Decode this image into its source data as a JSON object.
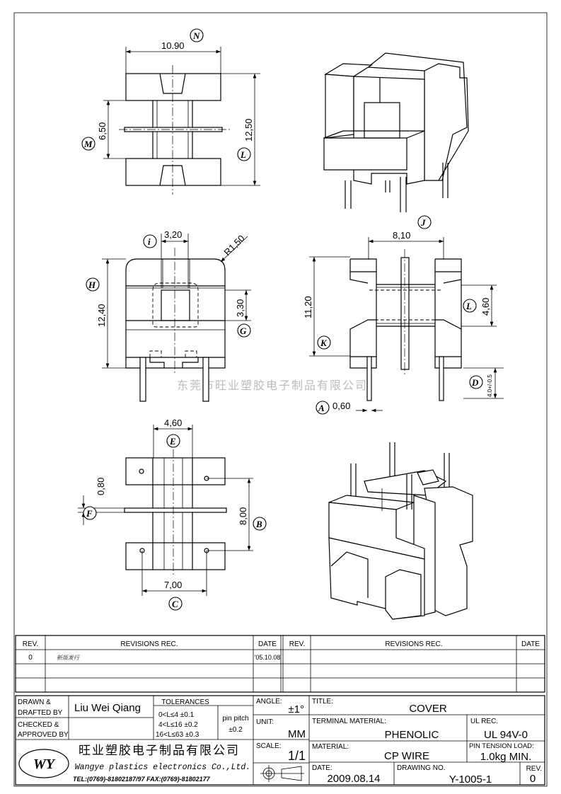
{
  "watermark": "东莞市旺业塑胶电子制品有限公司",
  "dimensions": {
    "N": "N",
    "M": "M",
    "L": "L",
    "H": "H",
    "G": "G",
    "i": "i",
    "J": "J",
    "K": "K",
    "D": "D",
    "A": "A",
    "E": "E",
    "F": "F",
    "B": "B",
    "C": "C",
    "top_width": "10.90",
    "top_height": "12,50",
    "top_gap": "6,50",
    "front_slot": "3,20",
    "front_radius": "R1,50",
    "front_height": "12,40",
    "front_window": "3,30",
    "side_width": "8,10",
    "side_height": "11,20",
    "side_core": "4,60",
    "pin_length": "4.0+/-0.5",
    "pin_dia": "0,60",
    "bottom_core": "4,60",
    "bottom_flange": "0,80",
    "bottom_pitch_v": "8,00",
    "bottom_pitch_h": "7,00"
  },
  "revisions": {
    "headers": [
      "REV.",
      "REVISIONS  REC.",
      "DATE",
      "REV.",
      "REVISIONS  REC.",
      "DATE"
    ],
    "rows": [
      {
        "rev": "0",
        "rec": "新版发行",
        "date": "'05.10.08"
      }
    ]
  },
  "title_block": {
    "drawn_label_1": "DRAWN &",
    "drawn_label_2": "DRAFTED BY",
    "drawn_by": "Liu Wei Qiang",
    "checked_label_1": "CHECKED &",
    "checked_label_2": "APPROVED BY",
    "tolerances_label": "TOLERANCES",
    "tol_1": "0<L≤4   ±0.1",
    "tol_2": "4<L≤16  ±0.2",
    "tol_3": "16<L≤63  ±0.3",
    "pin_pitch_label": "pin pitch",
    "pin_pitch_value": "±0.2",
    "angle_label": "ANGLE:",
    "angle_value": "±1°",
    "unit_label": "UNIT:",
    "unit_value": "MM",
    "scale_label": "SCALE:",
    "scale_value": "1/1",
    "company_cn": "旺业塑胶电子制品有限公司",
    "company_en": "Wangye plastics electronics Co.,Ltd.",
    "contact": "TEL:(0769)-81802187/97   FAX:(0769)-81802177",
    "logo": "WY",
    "title_label": "TITLE:",
    "title_value": "COVER",
    "terminal_label": "TERMINAL MATERIAL:",
    "terminal_value": "PHENOLIC",
    "ul_label": "UL REC.",
    "ul_value": "UL 94V-0",
    "material_label": "MATERIAL:",
    "material_value": "CP WIRE",
    "pin_tension_label": "PIN TENSION LOAD:",
    "pin_tension_value": "1.0kg MIN.",
    "date_label": "DATE:",
    "date_value": "2009.08.14",
    "drawing_no_label": "DRAWING NO.",
    "drawing_no_value": "Y-1005-1",
    "rev_label": "REV.",
    "rev_value": "0"
  }
}
